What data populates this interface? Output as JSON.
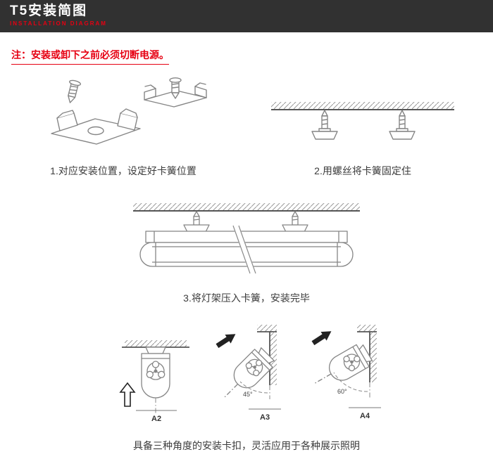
{
  "header": {
    "title": "T5安装简图",
    "subtitle": "INSTALLATION DIAGRAM"
  },
  "note": "注：安装或卸下之前必须切断电源。",
  "steps": {
    "step1": {
      "caption": "1.对应安装位置，设定好卡簧位置"
    },
    "step2": {
      "caption": "2.用螺丝将卡簧固定住"
    },
    "step3": {
      "caption": "3.将灯架压入卡簧，安装完毕"
    }
  },
  "angles": {
    "a2": "A2",
    "a3": "A3",
    "a4": "A4",
    "deg45": "45°",
    "deg60": "60°",
    "caption": "具备三种角度的安装卡扣，灵活应用于各种展示照明"
  },
  "colors": {
    "header_bg": "#313131",
    "accent_red": "#e60012",
    "line_gray": "#858585",
    "surface_line": "#555555",
    "text": "#3c3c3c"
  }
}
